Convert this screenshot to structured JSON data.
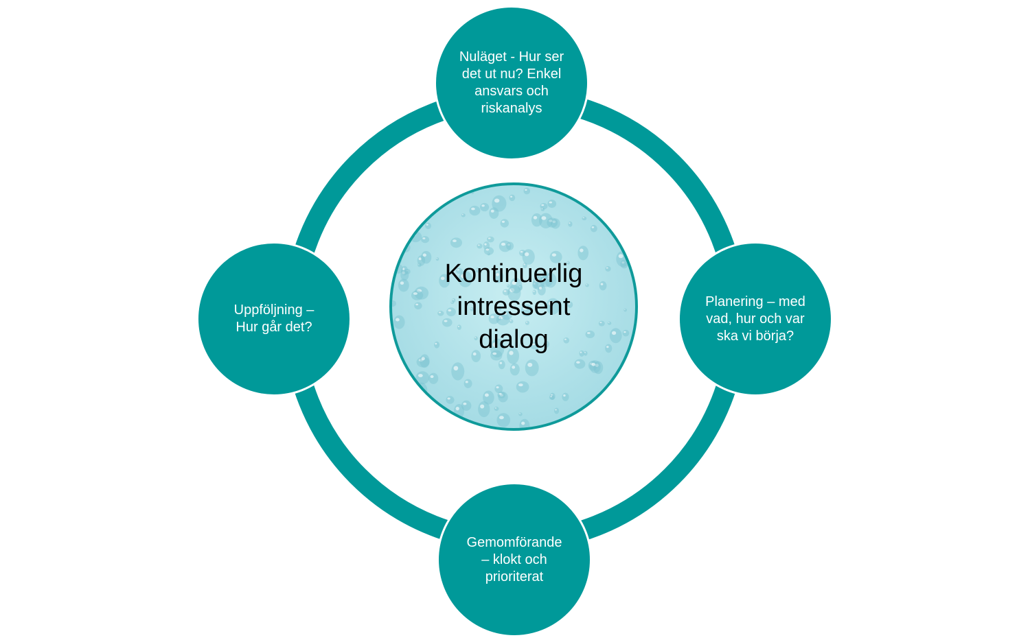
{
  "diagram": {
    "center": {
      "label": "Kontinuerlig\nintressent\ndialog"
    },
    "nodes": {
      "top": {
        "label": "Nuläget - Hur ser\ndet ut nu?  Enkel\nansvars och\nriskanalys"
      },
      "right": {
        "label": "Planering – med\nvad, hur och var\nska vi börja?"
      },
      "bottom": {
        "label": "Gemomförande\n– klokt och\nprioriterat"
      },
      "left": {
        "label": "Uppföljning –\nHur går det?"
      }
    },
    "colors": {
      "ring": "#009999",
      "node_fill": "#009999",
      "node_text": "#ffffff",
      "center_fill": "#aee0e8",
      "center_border": "#0f9a9a",
      "center_text": "#000000"
    }
  }
}
